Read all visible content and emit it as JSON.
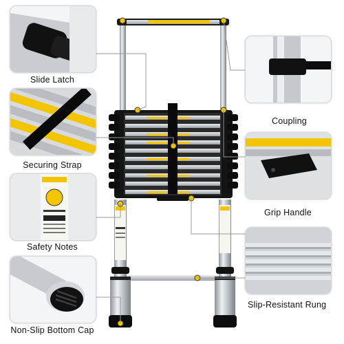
{
  "features": {
    "slide_latch": "Slide Latch",
    "securing_strap": "Securing Strap",
    "safety_notes": "Safety Notes",
    "non_slip_bottom_cap": "Non-Slip Bottom Cap",
    "coupling": "Coupling",
    "grip_handle": "Grip Handle",
    "slip_resistant_rung": "Slip-Resistant Rung"
  },
  "colors": {
    "accent_yellow": "#f2c500",
    "ladder_black": "#111111",
    "aluminum": "#c8ccd0"
  }
}
